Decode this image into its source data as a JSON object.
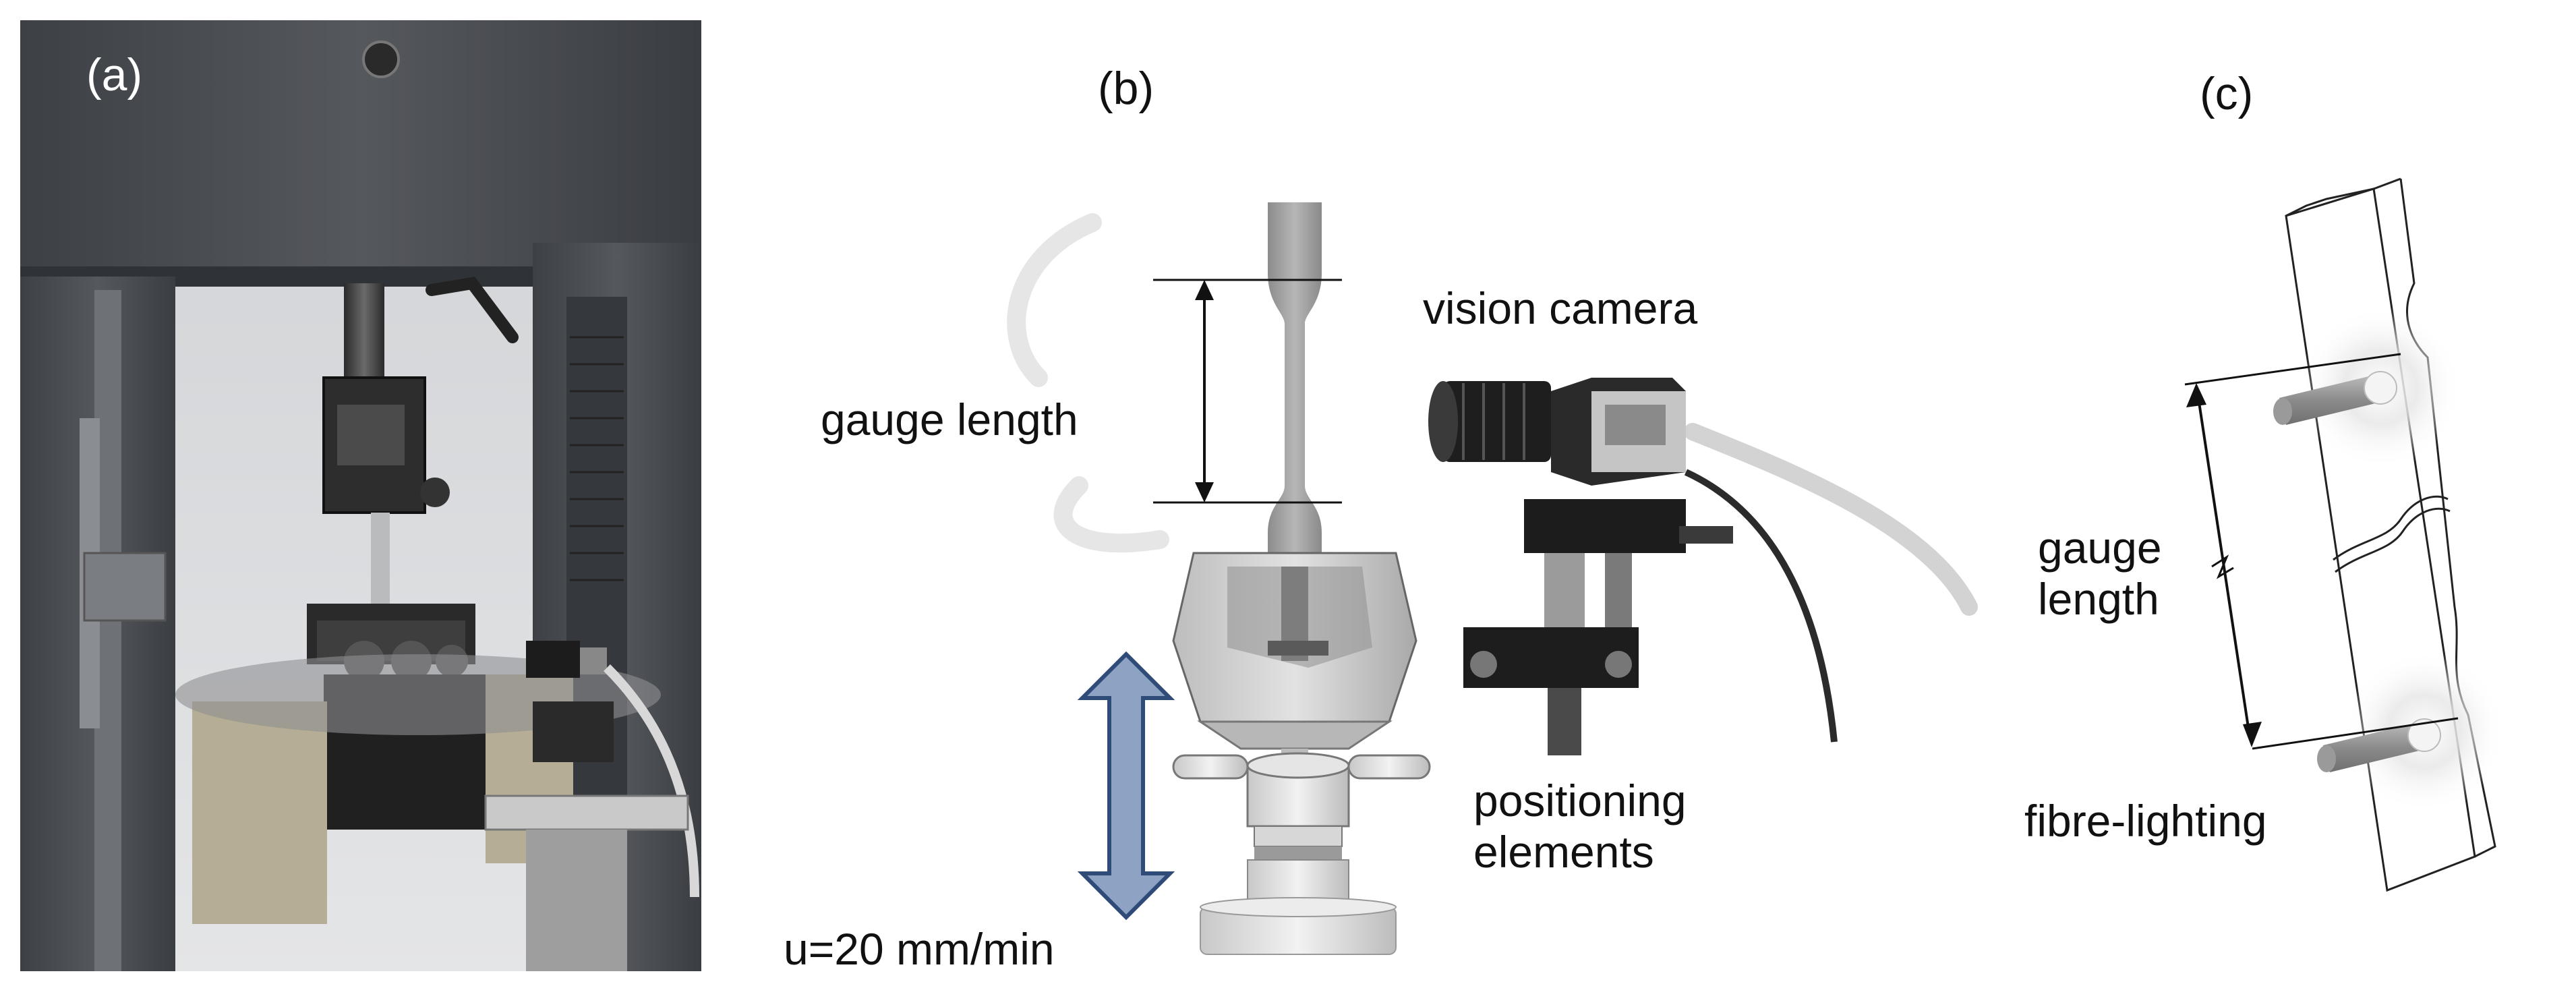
{
  "panels": {
    "a": {
      "label": "(a)"
    },
    "b": {
      "label": "(b)",
      "annotations": {
        "gauge_length": "gauge length",
        "vision_camera": "vision camera",
        "positioning_line1": "positioning",
        "positioning_line2": "elements",
        "speed": "u=20 mm/min"
      }
    },
    "c": {
      "label": "(c)",
      "annotations": {
        "gauge_line1": "gauge",
        "gauge_line2": "length",
        "fibre_lighting": "fibre-lighting"
      }
    }
  },
  "colors": {
    "machine_frame": "#4a4d52",
    "photo_background": "#d9dadc",
    "specimen_grey": "#9a9a9a",
    "arrow_fill": "#8ea3c4",
    "arrow_stroke": "#2f4b78"
  }
}
